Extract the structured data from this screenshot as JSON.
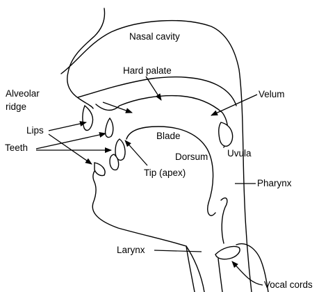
{
  "labels": {
    "nasal_cavity": "Nasal cavity",
    "hard_palate": "Hard palate",
    "alveolar_ridge_line1": "Alveolar",
    "alveolar_ridge_line2": "ridge",
    "velum": "Velum",
    "lips": "Lips",
    "teeth": "Teeth",
    "blade": "Blade",
    "dorsum": "Dorsum",
    "uvula": "Uvula",
    "tip_apex": "Tip (apex)",
    "pharynx": "Pharynx",
    "larynx": "Larynx",
    "vocal_cords": "Vocal cords"
  }
}
